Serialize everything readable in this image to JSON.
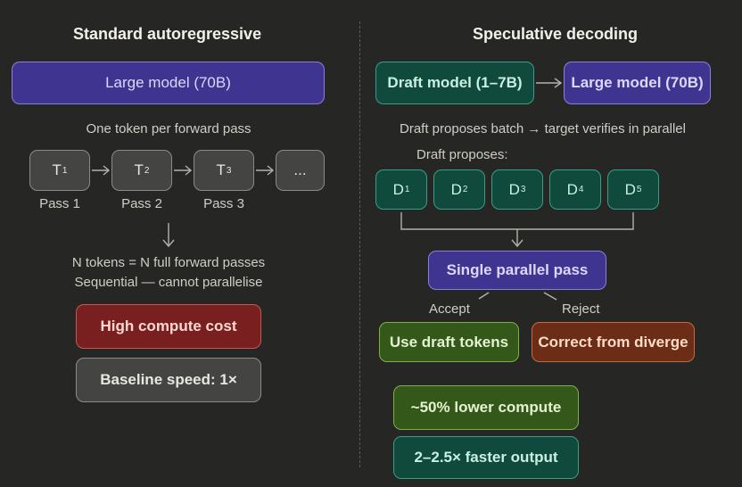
{
  "left": {
    "title": "Standard autoregressive",
    "model": "Large model (70B)",
    "caption": "One token per forward pass",
    "tokens": [
      {
        "label": "T",
        "sub": "1",
        "pass": "Pass 1"
      },
      {
        "label": "T",
        "sub": "2",
        "pass": "Pass 2"
      },
      {
        "label": "T",
        "sub": "3",
        "pass": "Pass 3"
      },
      {
        "label": "...",
        "sub": "",
        "pass": ""
      }
    ],
    "note_line1": "N tokens = N full forward passes",
    "note_line2": "Sequential — cannot parallelise",
    "cost": "High compute cost",
    "speed": "Baseline speed: 1×"
  },
  "right": {
    "title": "Speculative decoding",
    "draft_model": "Draft model (1–7B)",
    "large_model": "Large model (70B)",
    "caption": "Draft proposes batch → target verifies in parallel",
    "draft_label": "Draft proposes:",
    "drafts": [
      {
        "label": "D",
        "sub": "1"
      },
      {
        "label": "D",
        "sub": "2"
      },
      {
        "label": "D",
        "sub": "3"
      },
      {
        "label": "D",
        "sub": "4"
      },
      {
        "label": "D",
        "sub": "5"
      }
    ],
    "parallel": "Single parallel pass",
    "accept": "Accept",
    "reject": "Reject",
    "use": "Use draft tokens",
    "correct": "Correct from diverge",
    "lower": "~50% lower compute",
    "faster": "2–2.5× faster output"
  },
  "colors": {
    "purple": "#3f3590",
    "green": "#0f4a3c",
    "red": "#7a1f1f",
    "olive": "#34571a",
    "rust": "#6b2d15"
  }
}
